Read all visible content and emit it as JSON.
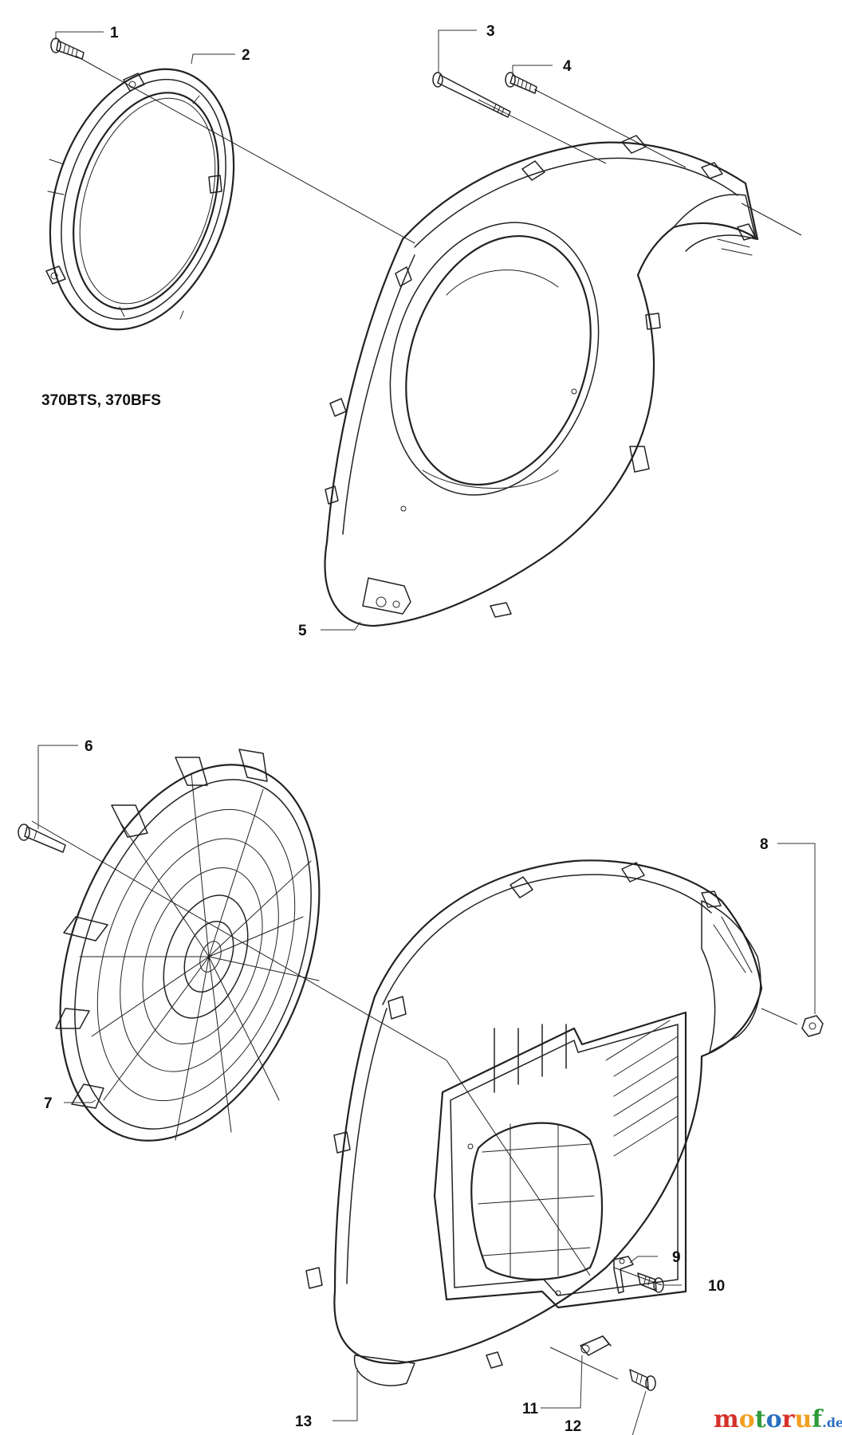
{
  "model_label": "370BTS, 370BFS",
  "callouts": {
    "c1": "1",
    "c2": "2",
    "c3": "3",
    "c4": "4",
    "c5": "5",
    "c6": "6",
    "c7": "7",
    "c8": "8",
    "c9": "9",
    "c10": "10",
    "c11": "11",
    "c12": "12",
    "c13": "13"
  },
  "watermark": {
    "brand": "motoruf",
    "suffix": ".de",
    "colors": [
      "#d6302a",
      "#f0a020",
      "#2f9a3a",
      "#2a6fc0"
    ]
  }
}
